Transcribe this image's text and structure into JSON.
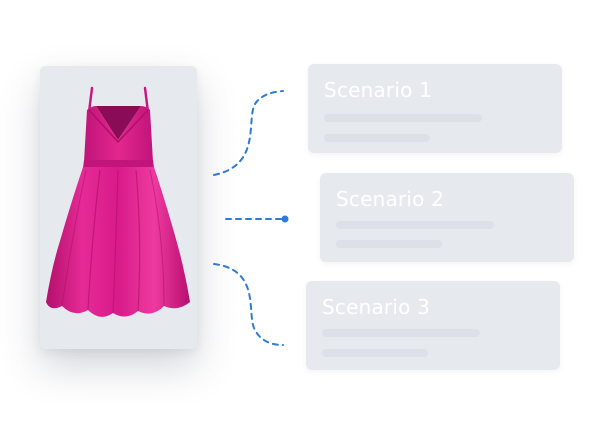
{
  "product": {
    "image": "pink-sleeveless-flared-dress",
    "dress_color": "#e0208e"
  },
  "scenarios": [
    {
      "title": "Scenario 1"
    },
    {
      "title": "Scenario 2"
    },
    {
      "title": "Scenario 3"
    }
  ],
  "connector_color": "#2f7ad6"
}
